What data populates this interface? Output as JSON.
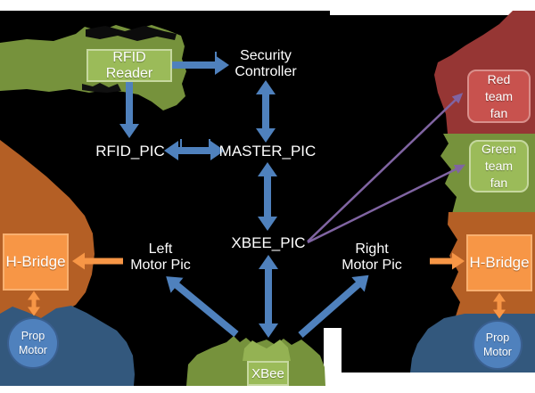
{
  "nodes": {
    "rfid_reader": {
      "label": "RFID Reader"
    },
    "security_controller": {
      "line1": "Security",
      "line2": "Controller"
    },
    "rfid_pic": {
      "label": "RFID_PIC"
    },
    "master_pic": {
      "label": "MASTER_PIC"
    },
    "xbee_pic": {
      "label": "XBEE_PIC"
    },
    "xbee": {
      "label": "XBee"
    },
    "left_motor_pic": {
      "line1": "Left",
      "line2": "Motor Pic"
    },
    "right_motor_pic": {
      "line1": "Right",
      "line2": "Motor Pic"
    },
    "hbridge_left": {
      "label": "H-Bridge"
    },
    "hbridge_right": {
      "label": "H-Bridge"
    },
    "prop_motor_left": {
      "line1": "Prop",
      "line2": "Motor"
    },
    "prop_motor_right": {
      "line1": "Prop",
      "line2": "Motor"
    },
    "red_team_fan": {
      "line1": "Red",
      "line2": "team",
      "line3": "fan"
    },
    "green_team_fan": {
      "line1": "Green",
      "line2": "team",
      "line3": "fan"
    }
  },
  "colors": {
    "arrow_blue": "#4f81bd",
    "arrow_orange": "#f79646",
    "arrow_purple": "#8064a2",
    "box_green": "#9bbb59",
    "box_orange": "#f79646",
    "box_red": "#c8524e",
    "circle_blue": "#4f81bd",
    "blob_olive": "#76923c",
    "blob_dark_orange": "#b45f25",
    "blob_dark_blue": "#33587d",
    "blob_dark_red": "#963634",
    "panel_black": "#000000",
    "canvas_white": "#ffffff"
  }
}
